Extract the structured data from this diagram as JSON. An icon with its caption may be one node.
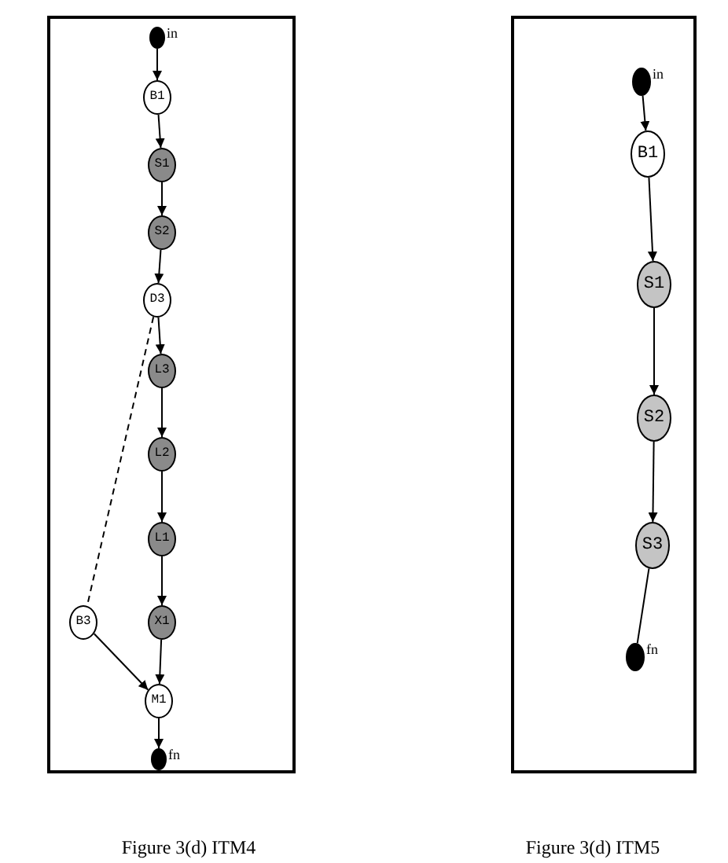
{
  "diagram": {
    "nodes": [
      {
        "text": [
          "Figure 3(d) ITM4"
        ]
      },
      {
        "text": [],
        "shape": "circle",
        "beside": [
          "in"
        ],
        "in": 0
      },
      {
        "text": [
          "B1"
        ],
        "in": 0
      },
      {
        "text": [
          "S1"
        ],
        "in": 0
      },
      {
        "text": [
          "S2"
        ],
        "in": 0
      },
      {
        "text": [
          "D3"
        ],
        "in": 0
      },
      {
        "text": [
          "L3"
        ],
        "in": 0
      },
      {
        "text": [
          "L2"
        ],
        "in": 0
      },
      {
        "text": [
          "L1"
        ],
        "in": 0
      },
      {
        "text": [
          "B3"
        ],
        "in": 0
      },
      {
        "text": [
          "X1"
        ],
        "in": 0
      },
      {
        "text": [
          "M1"
        ],
        "in": 0
      },
      {
        "text": [],
        "shape": "circle",
        "beside": [
          "fn"
        ],
        "in": 0
      },
      {
        "text": [
          "Figure 3(d) ITM5"
        ]
      },
      {
        "text": [],
        "shape": "circle",
        "beside": [
          "in"
        ],
        "in": 13
      },
      {
        "text": [
          "B1"
        ],
        "in": 13
      },
      {
        "text": [
          "S1"
        ],
        "in": 13
      },
      {
        "text": [
          "S2"
        ],
        "in": 13
      },
      {
        "text": [
          "S3"
        ],
        "in": 13
      },
      {
        "text": [],
        "shape": "circle",
        "beside": [
          "fn"
        ],
        "in": 13
      }
    ],
    "edges": [
      {
        "from": 1,
        "to": 2,
        "arrow": "to"
      },
      {
        "from": 2,
        "to": 3,
        "arrow": "to"
      },
      {
        "from": 3,
        "to": 4,
        "arrow": "to"
      },
      {
        "from": 4,
        "to": 5,
        "arrow": "to"
      },
      {
        "from": 5,
        "to": 6,
        "arrow": "to"
      },
      {
        "from": 6,
        "to": 7,
        "arrow": "to"
      },
      {
        "from": 7,
        "to": 8,
        "arrow": "to"
      },
      {
        "from": 8,
        "to": 10,
        "arrow": "to"
      },
      {
        "from": 10,
        "to": 11,
        "arrow": "to"
      },
      {
        "from": 5,
        "to": 9,
        "arrow": "none",
        "style": "dashed"
      },
      {
        "from": 9,
        "to": 11,
        "arrow": "to"
      },
      {
        "from": 11,
        "to": 12,
        "arrow": "to"
      },
      {
        "from": 14,
        "to": 15,
        "arrow": "to"
      },
      {
        "from": 15,
        "to": 16,
        "arrow": "to"
      },
      {
        "from": 16,
        "to": 17,
        "arrow": "to"
      },
      {
        "from": 17,
        "to": 18,
        "arrow": "to"
      },
      {
        "from": 18,
        "to": 19,
        "arrow": "none"
      }
    ]
  }
}
